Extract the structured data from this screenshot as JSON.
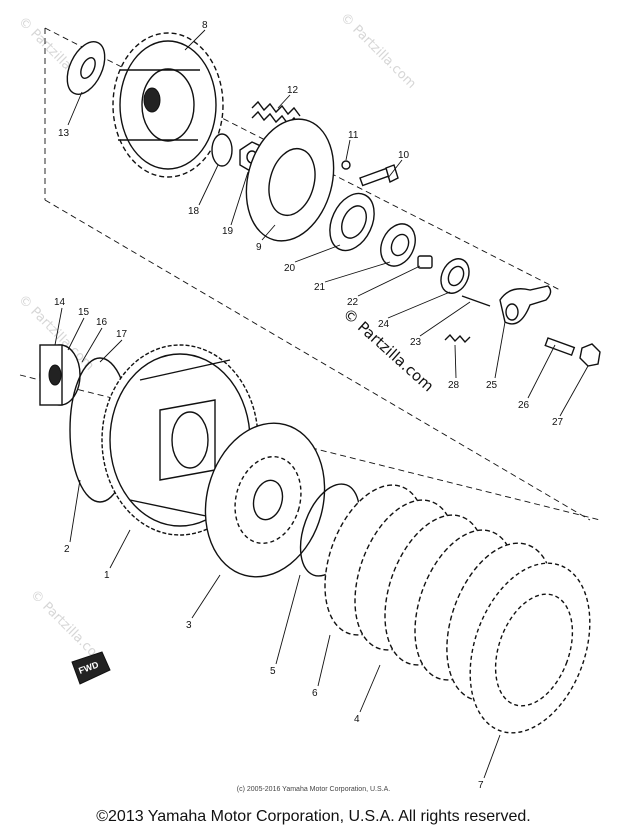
{
  "watermark": "© Partzilla.com",
  "inner_copyright": "(c) 2005-2016 Yamaha Motor Corporation, U.S.A.",
  "footer_copyright": "©2013 Yamaha Motor Corporation, U.S.A. All rights reserved.",
  "front_badge": "FWD",
  "callouts": {
    "c1": "1",
    "c2": "2",
    "c3": "3",
    "c4": "4",
    "c5": "5",
    "c6": "6",
    "c7": "7",
    "c8": "8",
    "c9": "9",
    "c10": "10",
    "c11": "11",
    "c12": "12",
    "c13": "13",
    "c14": "14",
    "c15": "15",
    "c16": "16",
    "c17": "17",
    "c18": "18",
    "c19": "19",
    "c20": "20",
    "c21": "21",
    "c22": "22",
    "c23": "23",
    "c24": "24",
    "c25": "25",
    "c26": "26",
    "c27": "27",
    "c28": "28"
  }
}
